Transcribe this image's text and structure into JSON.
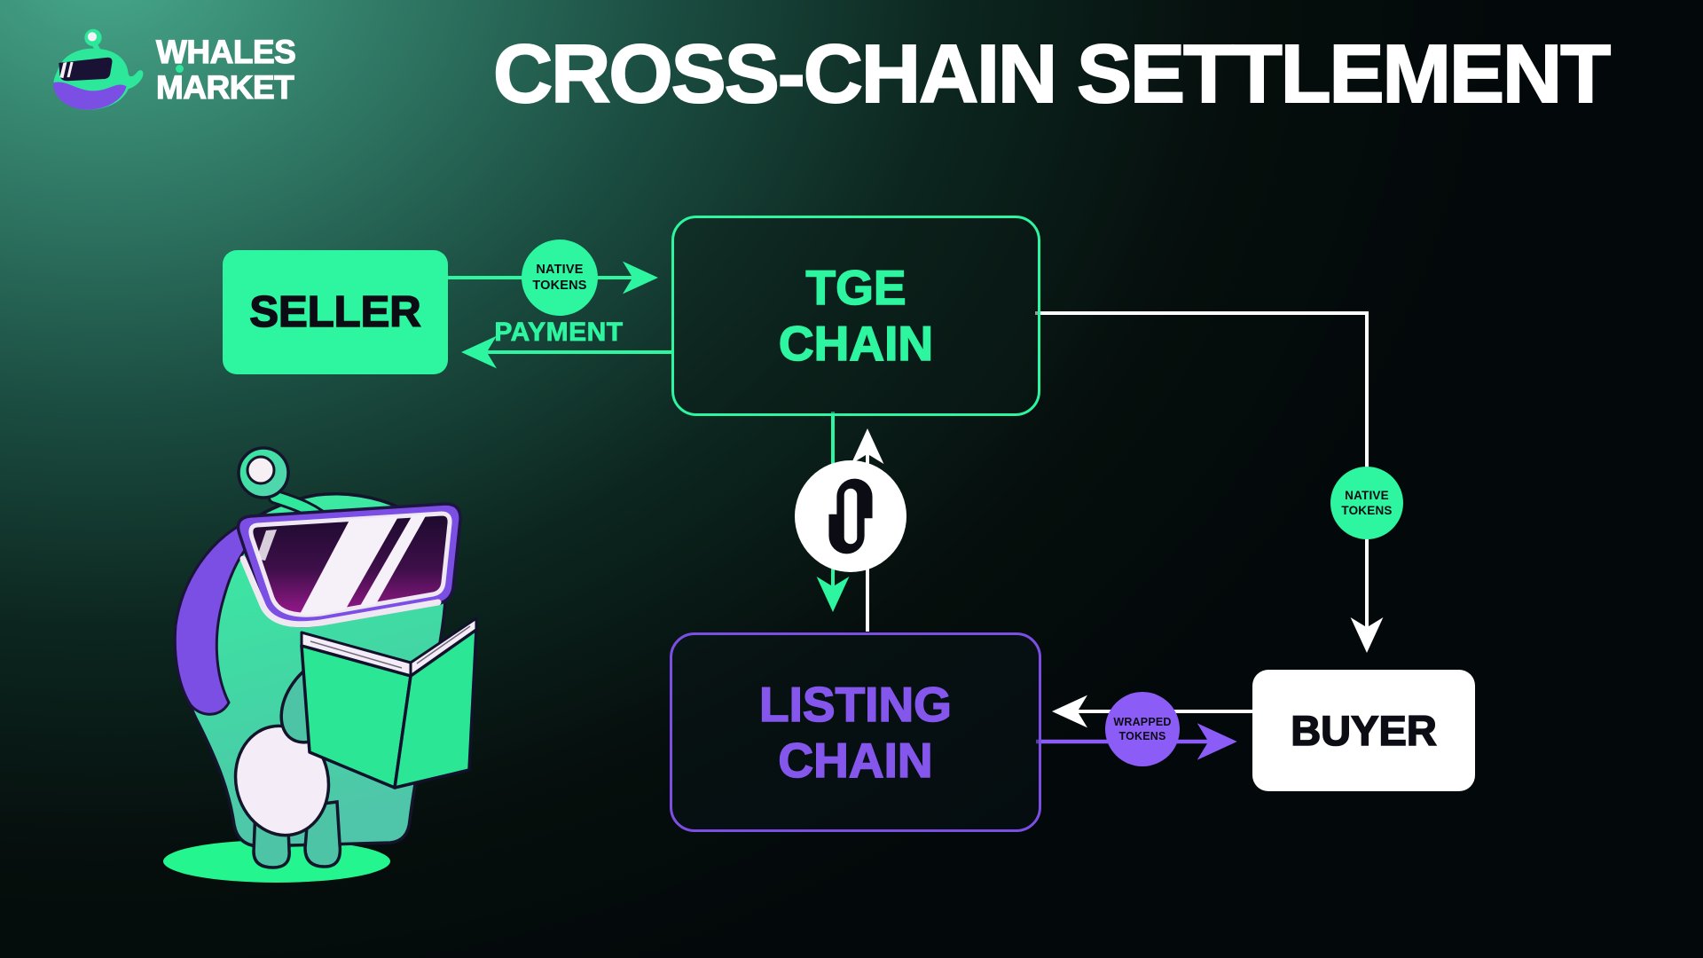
{
  "brand": {
    "name_line1": "WHALES",
    "name_line2": "MARKET"
  },
  "title": "CROSS-CHAIN SETTLEMENT",
  "nodes": {
    "seller": {
      "label": "SELLER"
    },
    "tge": {
      "line1": "TGE",
      "line2": "CHAIN"
    },
    "listing": {
      "line1": "LISTING",
      "line2": "CHAIN"
    },
    "buyer": {
      "label": "BUYER"
    }
  },
  "flows": {
    "native_left": {
      "line1": "NATIVE",
      "line2": "TOKENS"
    },
    "native_right": {
      "line1": "NATIVE",
      "line2": "TOKENS"
    },
    "wrapped": {
      "line1": "WRAPPED",
      "line2": "TOKENS"
    },
    "payment": "PAYMENT"
  },
  "icons": {
    "logo": "whales-market-whale-icon",
    "bridge": "layerzero-icon",
    "mascot": "whale-mascot-vr-goggles-reading-book"
  },
  "colors": {
    "accent_green": "#2DF5A0",
    "accent_purple": "#7C4FE4",
    "badge_purple": "#8B5CF6",
    "box_white": "#FFFFFF",
    "text_black": "#0C0C14",
    "bg_green_top_left": "#47A98B",
    "bg_black": "#03080A"
  }
}
